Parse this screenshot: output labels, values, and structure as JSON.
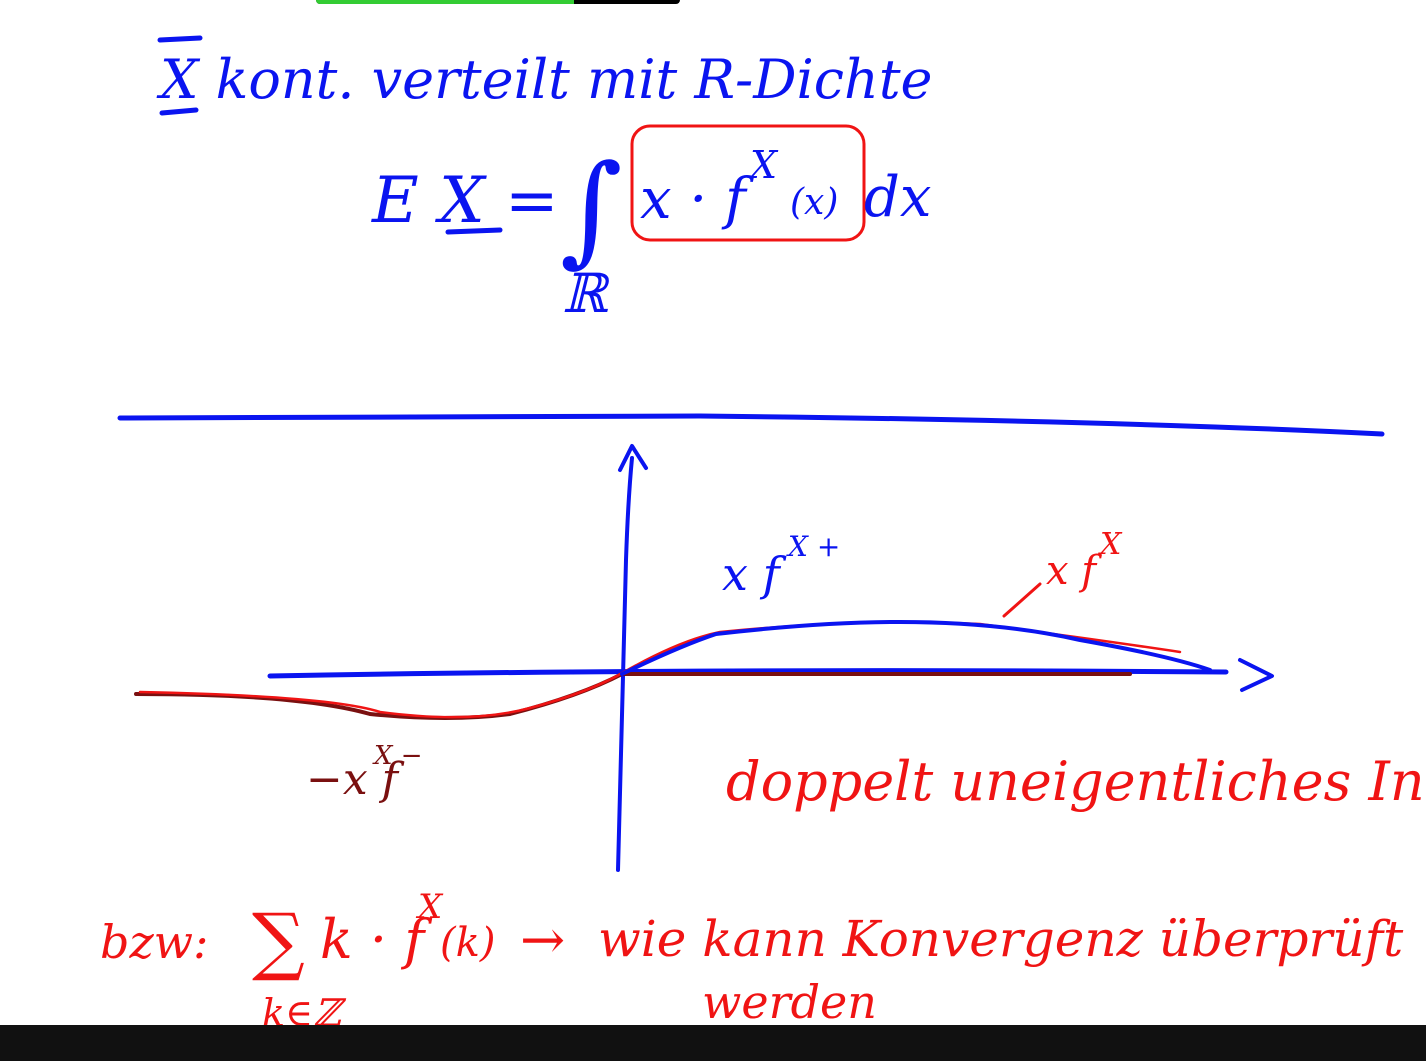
{
  "colors": {
    "background": "#ffffff",
    "ink_blue": "#0a14f0",
    "ink_red": "#f01414",
    "ink_dark_red": "#7a1010",
    "progress_fill": "#33cc33",
    "progress_track": "#000000",
    "bottom_bar": "#111111"
  },
  "progress": {
    "fraction": 0.71
  },
  "upper_notes": {
    "line1": "X kont. verteilt mit R-Dichte",
    "formula_lhs": "E X =",
    "integral_sign": "∫",
    "integral_domain": "ℝ",
    "integrand": "x · f",
    "integrand_superscript": "X",
    "integrand_arg": "(x)",
    "differential": "dx"
  },
  "sketch": {
    "label_positive_part": "x f",
    "label_positive_sup": "X +",
    "label_red_curve": "x f",
    "label_red_sup": "X",
    "label_negative_part": "−x f",
    "label_negative_sup": "X −",
    "note": "doppelt uneigentliches Integral"
  },
  "lower_notes": {
    "prefix": "bzw:",
    "sum_symbol": "∑",
    "sum_index": "k∈ℤ",
    "term": "k · f",
    "term_superscript": "X",
    "term_arg": "(k)",
    "arrow": "→",
    "question_line1": "wie kann Konvergenz überprüft",
    "question_line2": "werden"
  }
}
